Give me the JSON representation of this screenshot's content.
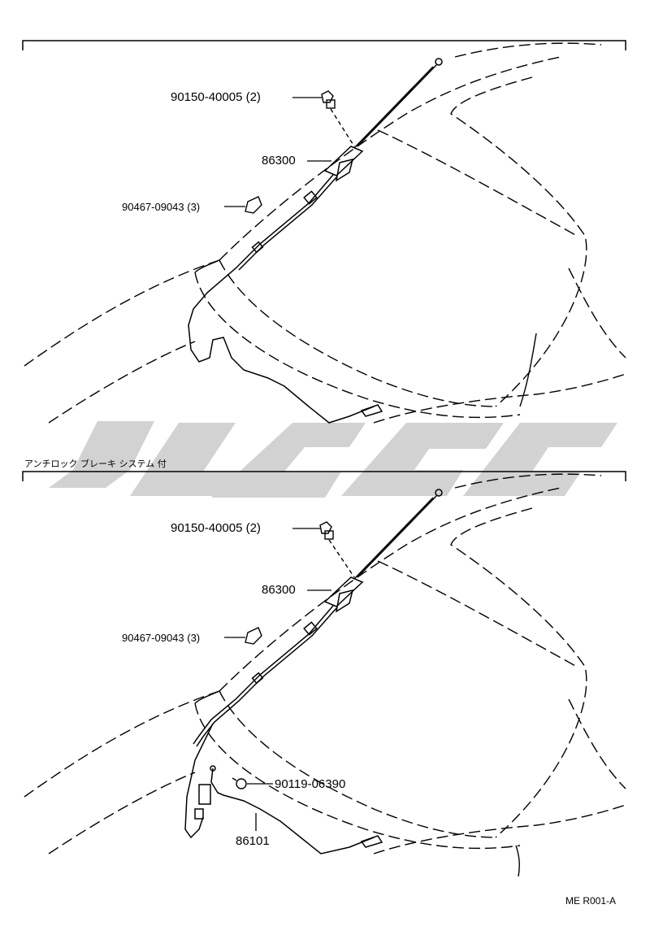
{
  "top_panel": {
    "callouts": {
      "bolt": "90150-40005 (2)",
      "antenna": "86300",
      "clip": "90467-09043 (3)"
    }
  },
  "divider_caption": "アンチロック ブレーキ システム 付",
  "bottom_panel": {
    "callouts": {
      "bolt": "90150-40005 (2)",
      "antenna": "86300",
      "clip": "90467-09043 (3)",
      "screw": "90119-06390",
      "cable": "86101"
    }
  },
  "footer_code": "ME R001-A",
  "colors": {
    "line": "#000000",
    "watermark": "#bdbdbd"
  }
}
